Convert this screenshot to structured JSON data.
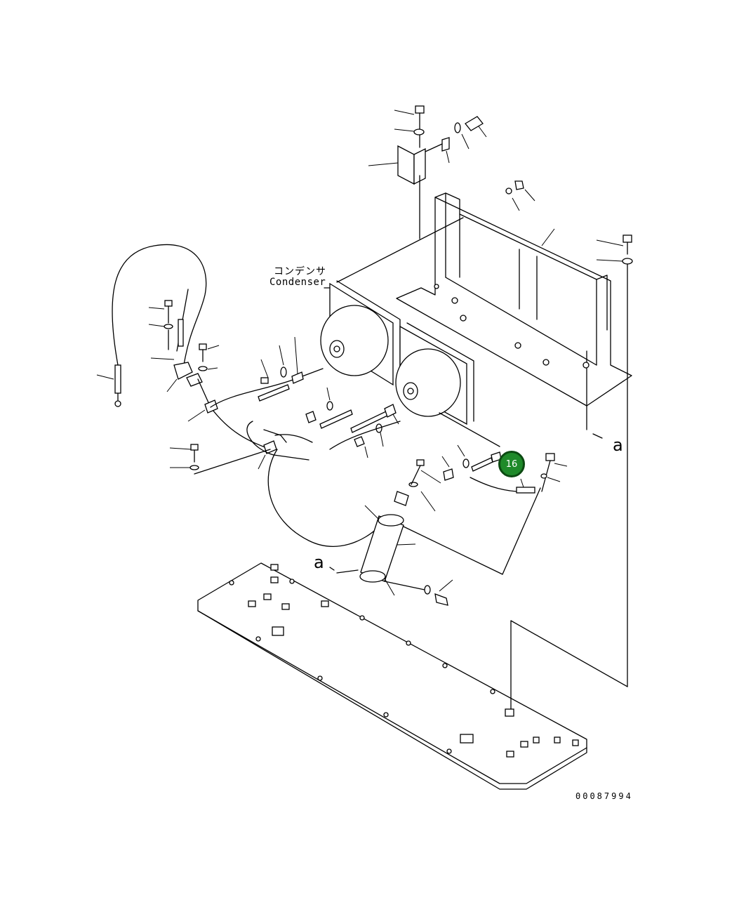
{
  "diagram": {
    "labels": {
      "condenser_jp": "コンデンサ",
      "condenser_en": "Condenser",
      "ref_right": "a",
      "ref_left": "a",
      "drawing_number": "00087994"
    },
    "callout": {
      "number": "16",
      "color": "#1f8a2a"
    }
  }
}
